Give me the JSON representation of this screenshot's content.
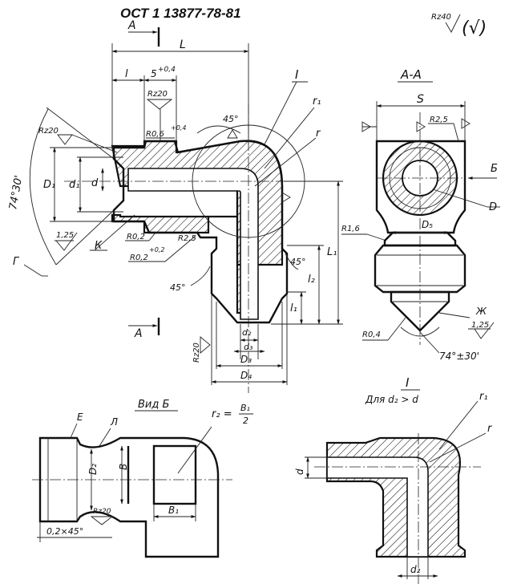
{
  "title": "ОСТ 1 13877-78-81",
  "roughness_general": "Rz40",
  "roughness_general_extra": "(√)",
  "views": {
    "main": {
      "section_marks": {
        "top": "А",
        "bottom": "А"
      },
      "labels": {
        "L": "L",
        "l": "l",
        "l_plus": "5",
        "l_plus_tol": "+0,4",
        "rz20_a": "Rz20",
        "r06": "R0,6",
        "r06_tol": "+0,4",
        "angle45_top": "45°",
        "detail_I": "I",
        "r1": "r₁",
        "r": "r",
        "rz20_b": "Rz20",
        "D1": "D₁",
        "d1": "d₁",
        "d": "d",
        "angle74": "74°30'",
        "ra125": "1,25",
        "K": "К",
        "G": "Г",
        "r02": "R0,2",
        "r02b": "R0,2",
        "r02b_tol": "+0,2",
        "r25": "R2,5",
        "angle45_left": "45°",
        "angle45_right": "45°",
        "L1": "L₁",
        "l2": "l₂",
        "l1": "l₁",
        "d2": "d₂",
        "d3": "d₃",
        "D3": "D₃",
        "D4": "D₄",
        "rz20_c": "Rz20"
      }
    },
    "section_AA": {
      "title": "А-А",
      "labels": {
        "S": "S",
        "r25": "R2,5",
        "B": "Б",
        "D": "D",
        "R16": "R1,6",
        "D5": "D₅",
        "ZH": "Ж",
        "ra125": "1,25",
        "r04": "R0,4",
        "angle": "74°±30'"
      }
    },
    "view_B": {
      "title": "Вид Б",
      "labels": {
        "E": "Е",
        "L_": "Л",
        "r2": "r₂ =",
        "B1frac": "B₁",
        "two": "2",
        "D2": "D₂",
        "B": "B",
        "B1": "B₁",
        "rz20": "Rz20",
        "chamfer": "0,2×45°"
      }
    },
    "detail_I": {
      "title": "I",
      "subtitle": "Для d₂ > d",
      "labels": {
        "r1": "r₁",
        "r": "r",
        "d": "d",
        "d2": "d₂"
      }
    }
  }
}
